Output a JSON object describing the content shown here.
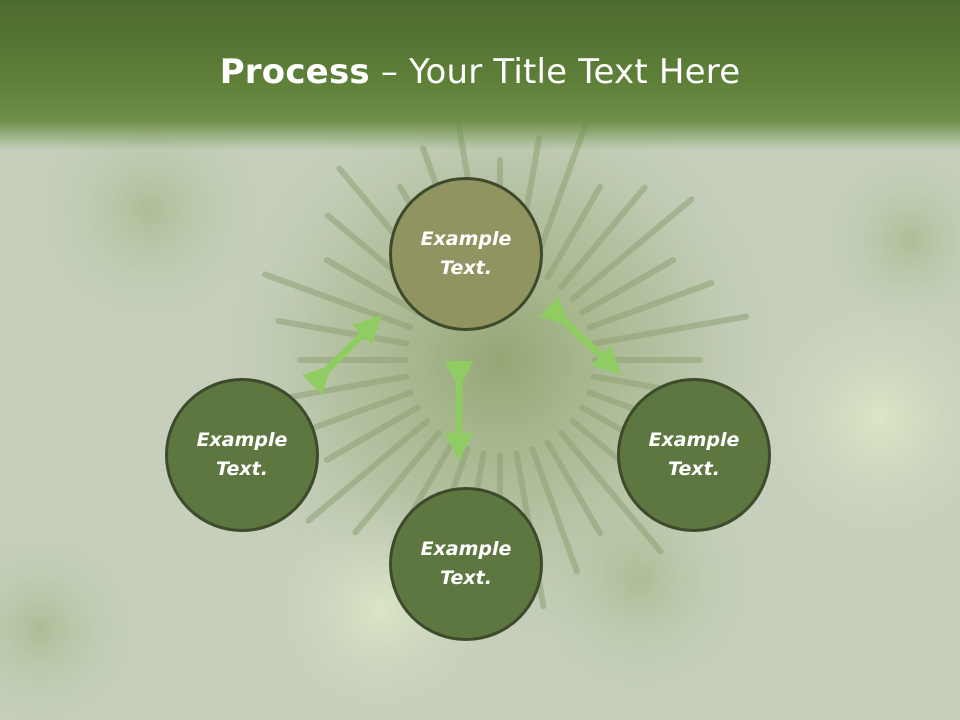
{
  "title": {
    "bold": "Process",
    "rest": " – Your Title Text Here"
  },
  "nodes": [
    {
      "label": "Example Text.",
      "color": "#919461"
    },
    {
      "label": "Example Text.",
      "color": "#5e7741"
    },
    {
      "label": "Example Text.",
      "color": "#5e7741"
    },
    {
      "label": "Example Text.",
      "color": "#5e7741"
    }
  ],
  "colors": {
    "arrow": "#8fcd62",
    "node_border": "#3d4b2c",
    "title_band": "#5c7b37"
  }
}
